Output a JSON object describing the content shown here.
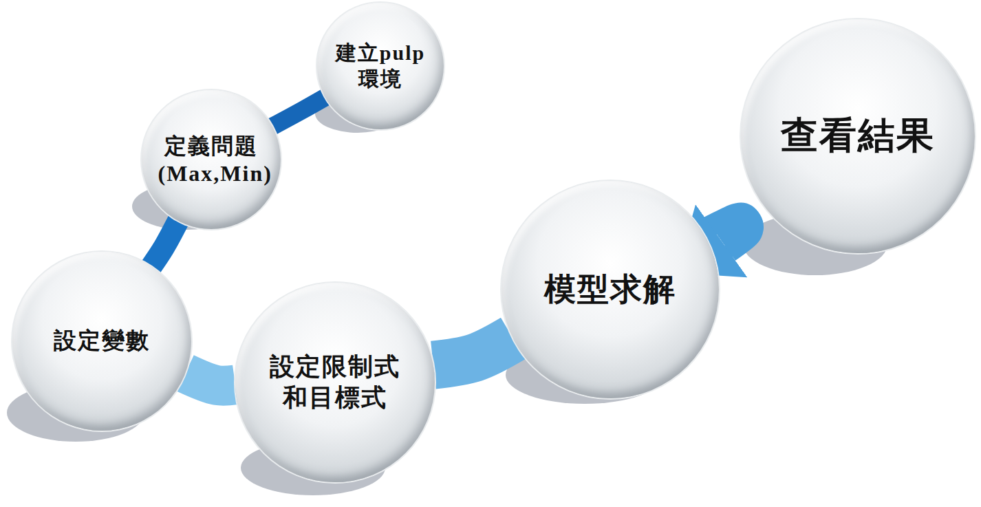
{
  "diagram": {
    "nodes": [
      {
        "text": [
          "建立pulp 環境"
        ]
      },
      {
        "text": [
          "定義問題 (Max,Min)"
        ]
      },
      {
        "text": [
          "設定變數"
        ]
      },
      {
        "text": [
          "設定限制式 和目標式"
        ]
      },
      {
        "text": [
          "模型求解"
        ]
      },
      {
        "text": [
          "查看結果"
        ]
      }
    ],
    "edges": [
      {
        "from": 0,
        "to": 1,
        "arrow": "none"
      },
      {
        "from": 1,
        "to": 2,
        "arrow": "none"
      },
      {
        "from": 2,
        "to": 3,
        "arrow": "none"
      },
      {
        "from": 3,
        "to": 4,
        "arrow": "none"
      },
      {
        "from": 4,
        "to": 5,
        "arrow": "to"
      }
    ]
  }
}
